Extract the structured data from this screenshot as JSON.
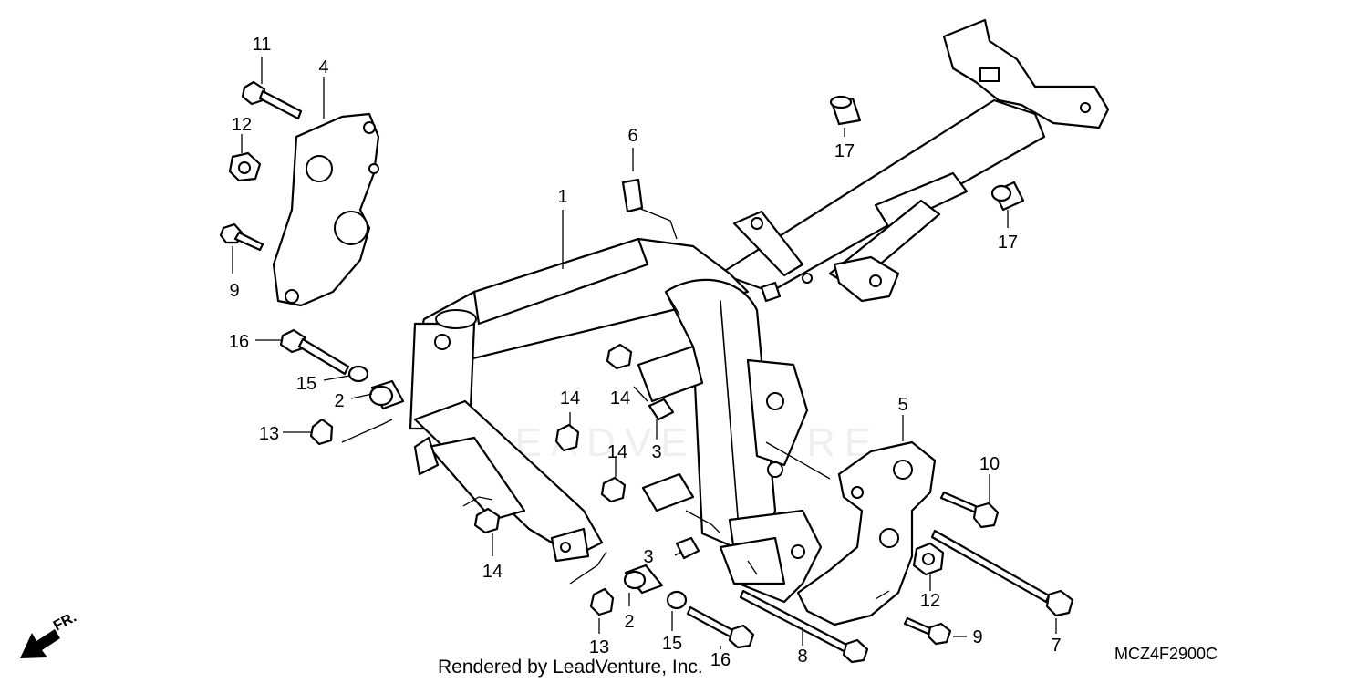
{
  "diagram": {
    "callouts": [
      "1",
      "2",
      "3",
      "4",
      "5",
      "6",
      "7",
      "8",
      "9",
      "10",
      "11",
      "12",
      "13",
      "14",
      "15",
      "16",
      "17"
    ],
    "credit": "Rendered by LeadVenture, Inc.",
    "diagram_code": "MCZ4F2900C",
    "direction_label": "FR.",
    "watermark": "LEADVENTURE"
  }
}
